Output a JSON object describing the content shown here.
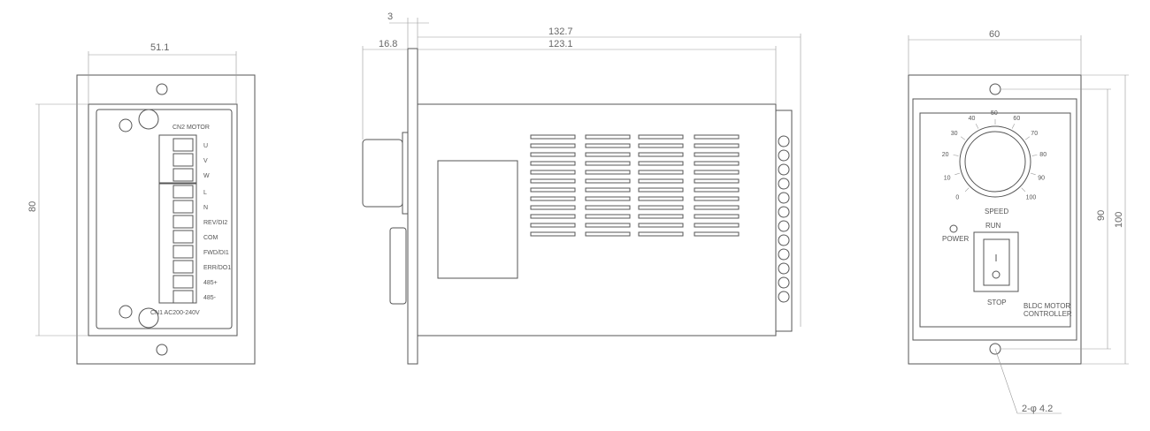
{
  "left_view": {
    "dim_width": "51.1",
    "dim_height": "80",
    "cn2_label": "CN2 MOTOR",
    "cn1_label": "CN1 AC200-240V",
    "terminals": [
      "U",
      "V",
      "W",
      "L",
      "N",
      "REV/DI2",
      "COM",
      "FWD/DI1",
      "ERR/DO1",
      "485+",
      "485-"
    ]
  },
  "side_view": {
    "dim_plate": "3",
    "dim_total": "132.7",
    "dim_body": "123.1",
    "dim_knob": "16.8"
  },
  "front_view": {
    "dim_width": "60",
    "dim_hole_pitch": "90",
    "dim_height": "100",
    "dial_labels": [
      "0",
      "10",
      "20",
      "30",
      "40",
      "50",
      "60",
      "70",
      "80",
      "90",
      "100"
    ],
    "speed_label": "SPEED",
    "run_label": "RUN",
    "stop_label": "STOP",
    "power_label": "POWER",
    "product_line1": "BLDC MOTOR",
    "product_line2": "CONTROLLER",
    "hole_callout": "2-φ 4.2"
  }
}
